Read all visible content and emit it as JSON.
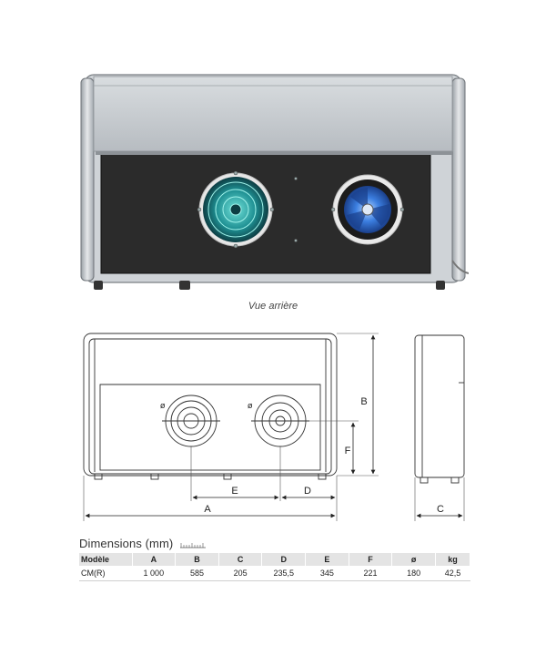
{
  "photo": {
    "caption": "Vue arrière"
  },
  "drawing": {
    "labels": {
      "A": "A",
      "B": "B",
      "C": "C",
      "D": "D",
      "E": "E",
      "F": "F"
    },
    "phi": "ø"
  },
  "dimensions": {
    "title": "Dimensions (mm)",
    "headers": [
      "Modèle",
      "A",
      "B",
      "C",
      "D",
      "E",
      "F",
      "ø",
      "kg"
    ],
    "rows": [
      [
        "CM(R)",
        "1 000",
        "585",
        "205",
        "235,5",
        "345",
        "221",
        "180",
        "42,5"
      ]
    ]
  },
  "colors": {
    "housing": "#c9cdd1",
    "panel": "#2a2a2a",
    "fan_blue": "#2f6fd6",
    "table_header": "#e4e4e4"
  }
}
